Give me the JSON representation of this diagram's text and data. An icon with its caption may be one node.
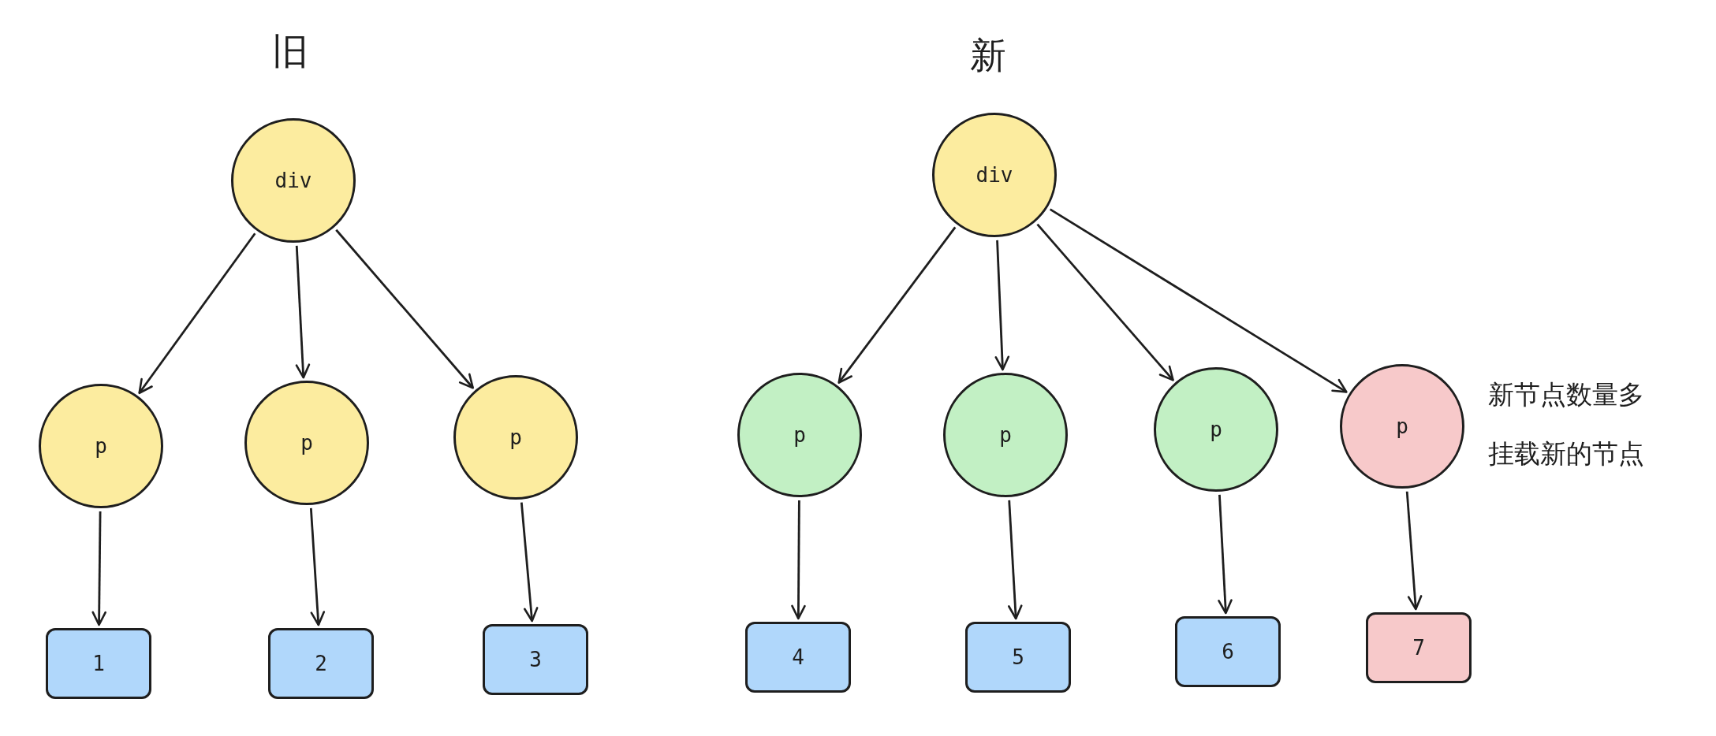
{
  "diagram": {
    "nodes": [
      {
        "text": [
          "div"
        ]
      },
      {
        "text": [
          "p"
        ]
      },
      {
        "text": [
          "p"
        ]
      },
      {
        "text": [
          "p"
        ]
      },
      {
        "text": [
          "1"
        ]
      },
      {
        "text": [
          "2"
        ]
      },
      {
        "text": [
          "3"
        ]
      },
      {
        "text": [
          "div"
        ]
      },
      {
        "text": [
          "p"
        ]
      },
      {
        "text": [
          "p"
        ]
      },
      {
        "text": [
          "p"
        ]
      },
      {
        "text": [
          "p"
        ],
        "beside": [
          "新节点数量多",
          "挂载新的节点"
        ]
      },
      {
        "text": [
          "4"
        ]
      },
      {
        "text": [
          "5"
        ]
      },
      {
        "text": [
          "6"
        ]
      },
      {
        "text": [
          "7"
        ]
      }
    ],
    "edges": [
      {
        "from": 0,
        "to": 1,
        "arrow": "to"
      },
      {
        "from": 0,
        "to": 2,
        "arrow": "to"
      },
      {
        "from": 0,
        "to": 3,
        "arrow": "to"
      },
      {
        "from": 1,
        "to": 4,
        "arrow": "to"
      },
      {
        "from": 2,
        "to": 5,
        "arrow": "to"
      },
      {
        "from": 3,
        "to": 6,
        "arrow": "to"
      },
      {
        "from": 7,
        "to": 8,
        "arrow": "to"
      },
      {
        "from": 7,
        "to": 9,
        "arrow": "to"
      },
      {
        "from": 7,
        "to": 10,
        "arrow": "to"
      },
      {
        "from": 7,
        "to": 11,
        "arrow": "to"
      },
      {
        "from": 8,
        "to": 12,
        "arrow": "to"
      },
      {
        "from": 9,
        "to": 13,
        "arrow": "to"
      },
      {
        "from": 10,
        "to": 14,
        "arrow": "to"
      },
      {
        "from": 11,
        "to": 15,
        "arrow": "to"
      }
    ],
    "labels": [
      "旧",
      "新"
    ]
  }
}
